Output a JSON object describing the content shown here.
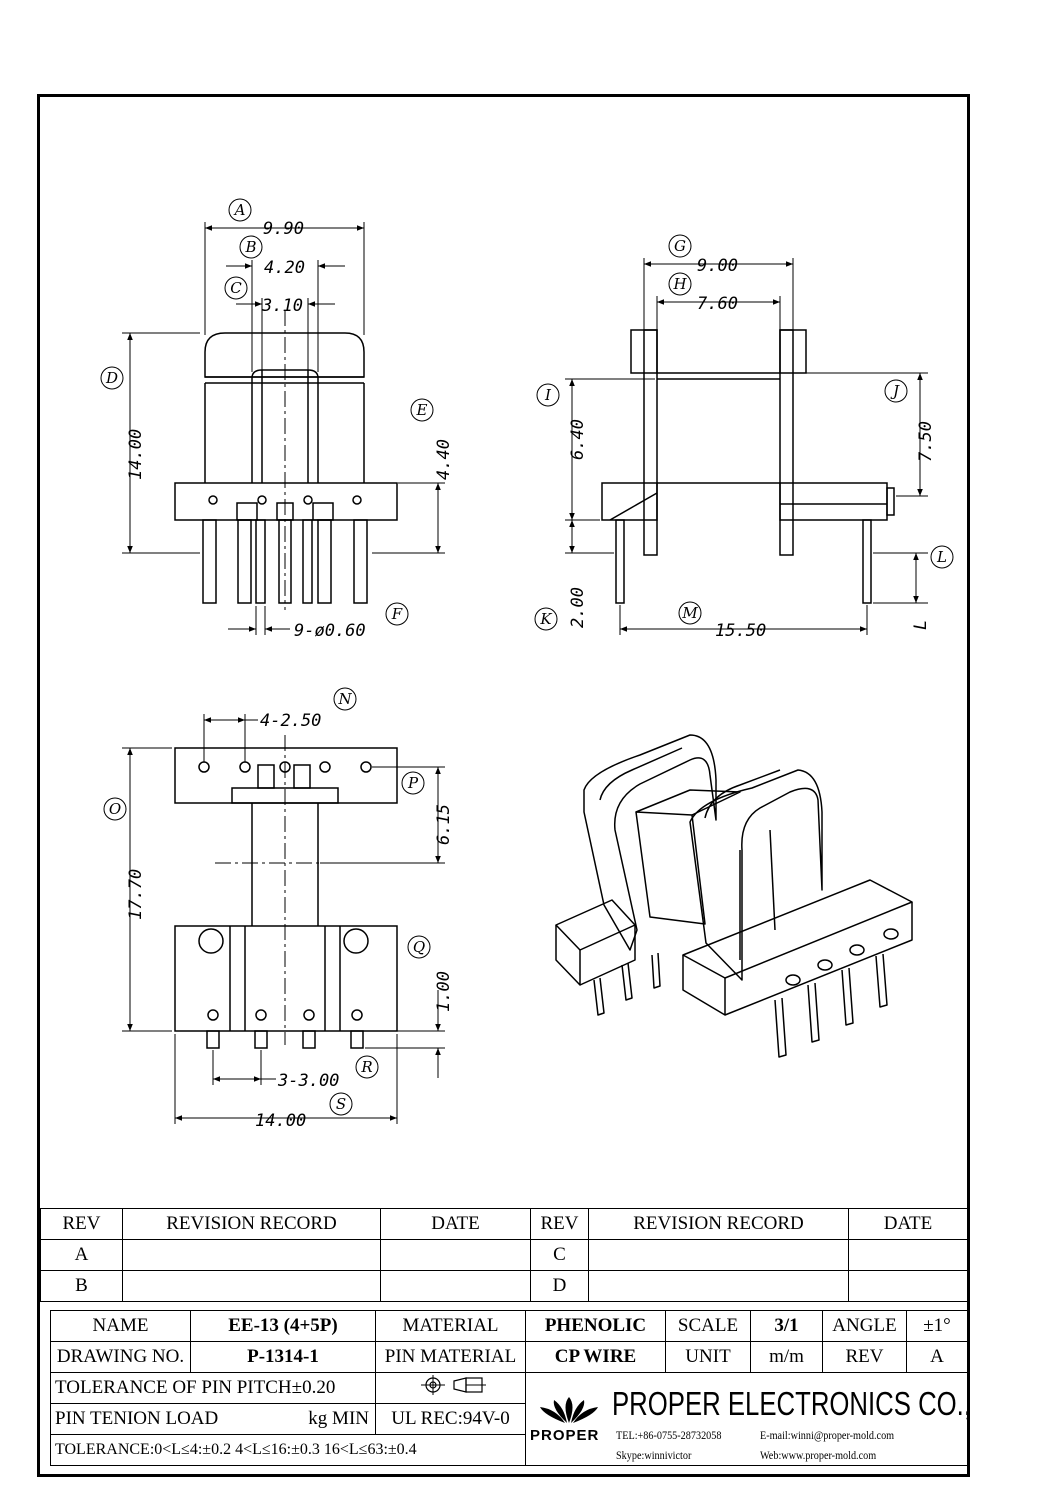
{
  "dimensions": {
    "A": "9.90",
    "B": "4.20",
    "C": "3.10",
    "D": "14.00",
    "E": "4.40",
    "F": "9-ø0.60",
    "G": "9.00",
    "H": "7.60",
    "I": "6.40",
    "J": "7.50",
    "K": "2.00",
    "L": "L",
    "M": "15.50",
    "N": "4-2.50",
    "O": "17.70",
    "P": "6.15",
    "Q": "1.00",
    "R": "3-3.00",
    "S": "14.00"
  },
  "labels": [
    "A",
    "B",
    "C",
    "D",
    "E",
    "F",
    "G",
    "H",
    "I",
    "J",
    "K",
    "L",
    "M",
    "N",
    "O",
    "P",
    "Q",
    "R",
    "S"
  ],
  "revision": {
    "headers": [
      "REV",
      "REVISION RECORD",
      "DATE",
      "REV",
      "REVISION RECORD",
      "DATE"
    ],
    "rows": [
      [
        "A",
        "",
        "",
        "C",
        "",
        ""
      ],
      [
        "B",
        "",
        "",
        "D",
        "",
        ""
      ]
    ]
  },
  "title_block": {
    "name_label": "NAME",
    "name_value": "EE-13 (4+5P)",
    "material_label": "MATERIAL",
    "material_value": "PHENOLIC",
    "scale_label": "SCALE",
    "scale_value": "3/1",
    "angle_label": "ANGLE",
    "angle_value": "±1°",
    "drawing_no_label": "DRAWING NO.",
    "drawing_no_value": "P-1314-1",
    "pin_material_label": "PIN MATERIAL",
    "pin_material_value": "CP WIRE",
    "unit_label": "UNIT",
    "unit_value": "m/m",
    "rev_label": "REV",
    "rev_value": "A",
    "tolerance_pitch": "TOLERANCE OF PIN PITCH±0.20",
    "pin_tension_label": "PIN TENION LOAD",
    "pin_tension_unit": "kg MIN",
    "ul_rec": "UL REC:94V-0",
    "tolerance_general": "TOLERANCE:0<L≤4:±0.2  4<L≤16:±0.3  16<L≤63:±0.4",
    "company": "PROPER ELECTRONICS CO.,LTD",
    "logo_text": "PROPER",
    "tel": "TEL:+86-0755-28732058",
    "email": "E-mail:winni@proper-mold.com",
    "skype": "Skype:winnivictor",
    "web": "Web:www.proper-mold.com"
  }
}
